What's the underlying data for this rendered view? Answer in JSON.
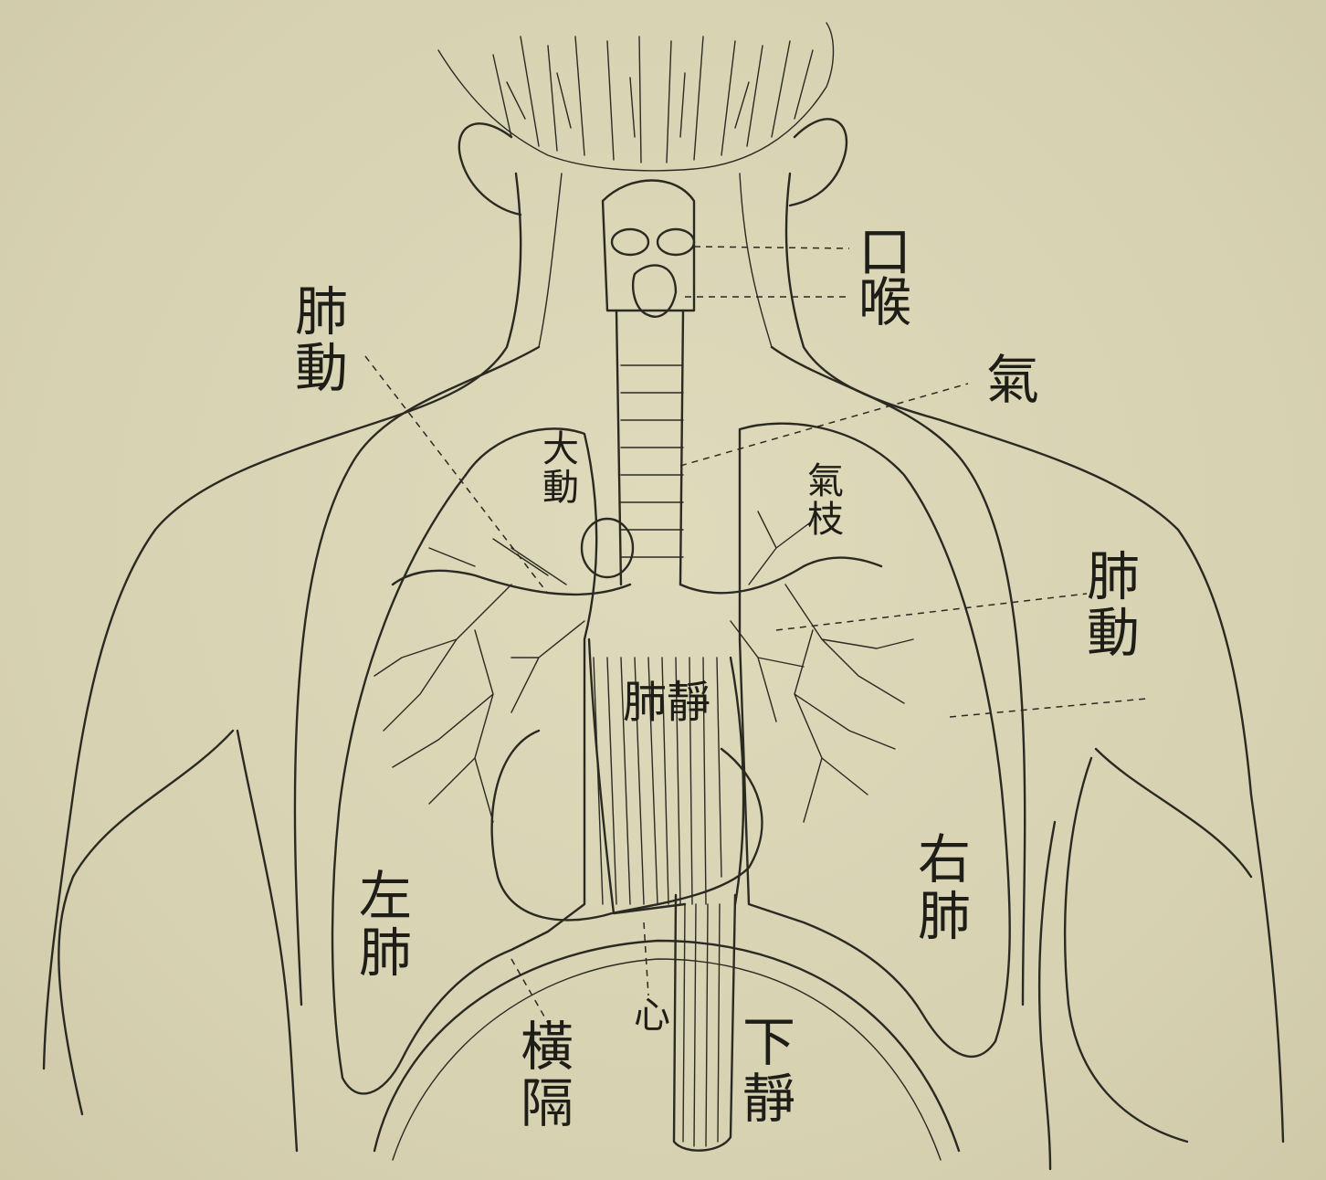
{
  "labels": {
    "kou": "口",
    "hou": "喉",
    "qi": "氣",
    "feidong_left": "肺動",
    "feidong_right": "肺動",
    "dadong": "大動",
    "qizhi": "氣枝",
    "feijing": "肺靜",
    "zuofei": "左肺",
    "youfei": "右肺",
    "xin": "心",
    "hengge": "橫隔",
    "xiajing": "下靜"
  },
  "colors": {
    "paper": "#d9d4b4",
    "ink": "#2b2a22"
  }
}
